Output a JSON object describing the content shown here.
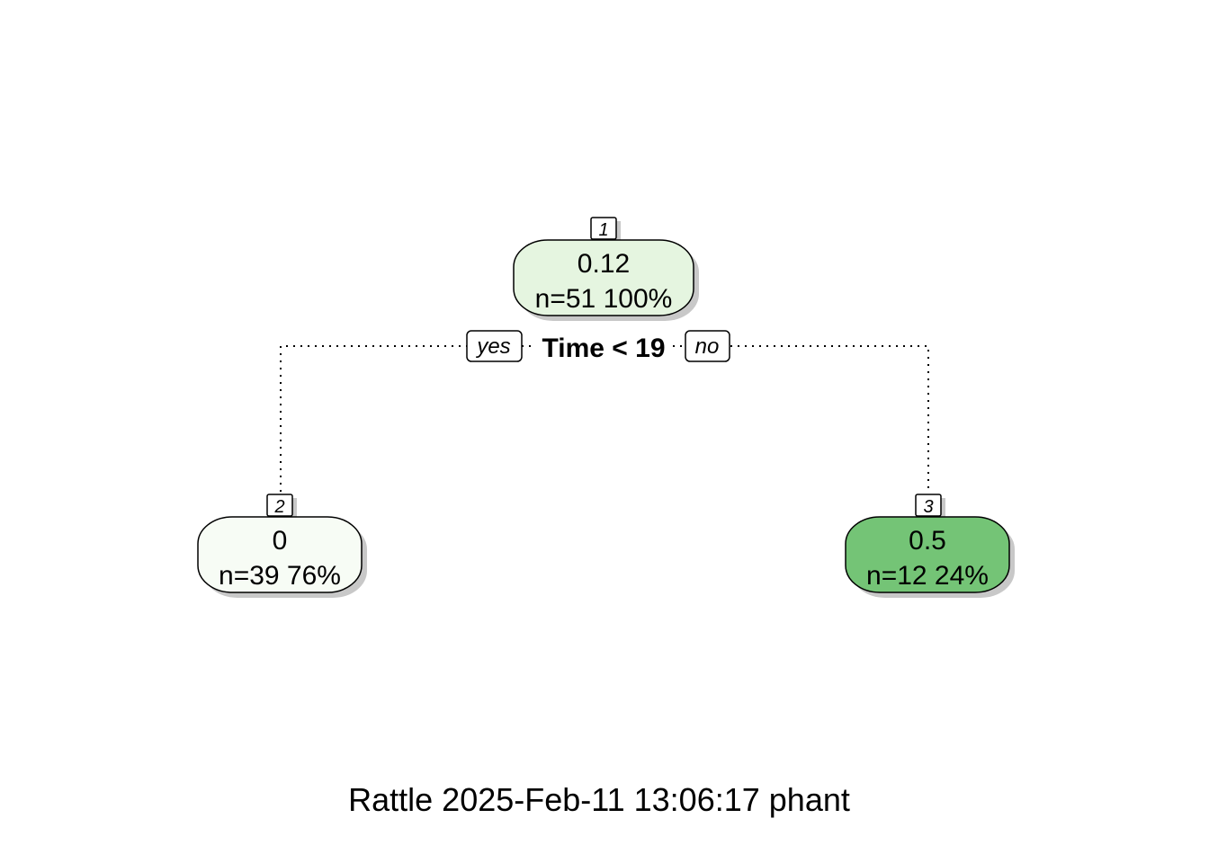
{
  "tree": {
    "root": {
      "number": "1",
      "value": "0.12",
      "summary": "n=51  100%",
      "fill": "#e5f5e0"
    },
    "split": {
      "condition": "Time < 19",
      "yes_label": "yes",
      "no_label": "no"
    },
    "left": {
      "number": "2",
      "value": "0",
      "summary": "n=39  76%",
      "fill": "#f7fcf5"
    },
    "right": {
      "number": "3",
      "value": "0.5",
      "summary": "n=12  24%",
      "fill": "#74c476"
    }
  },
  "caption": "Rattle 2025-Feb-11 13:06:17 phant",
  "colors": {
    "edge": "#000000",
    "shadow": "#c8c8c8",
    "border": "#000000"
  }
}
